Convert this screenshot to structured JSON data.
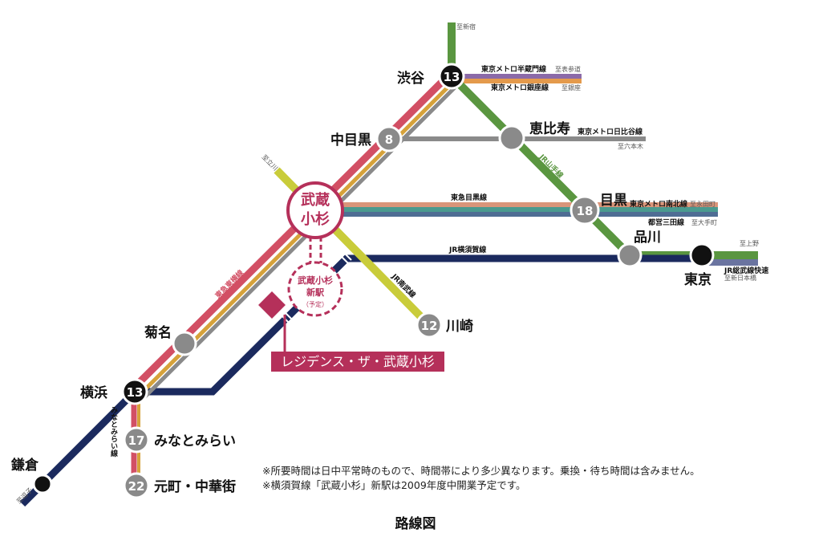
{
  "colors": {
    "toyoko": "#d24f64",
    "gold": "#d6a23a",
    "gray": "#8a8a8a",
    "yamanote": "#5a9640",
    "navy": "#1b2a5e",
    "nambu": "#c9cc3a",
    "hanzomon": "#8b6aa8",
    "ginza": "#e49a4c",
    "brand": "#b5305a"
  },
  "stations": {
    "shibuya": {
      "name": "渋谷",
      "min": "13"
    },
    "nakameguro": {
      "name": "中目黒",
      "min": "8"
    },
    "ebisu": {
      "name": "恵比寿"
    },
    "meguro": {
      "name": "目黒",
      "min": "18"
    },
    "shinagawa": {
      "name": "品川"
    },
    "tokyo": {
      "name": "東京"
    },
    "kosugi": {
      "name1": "武蔵",
      "name2": "小杉"
    },
    "kosugi_new": {
      "l1": "武蔵小杉",
      "l2": "新駅",
      "l3": "（予定）"
    },
    "kawasaki": {
      "name": "川崎",
      "min": "12"
    },
    "kikuna": {
      "name": "菊名"
    },
    "yokohama": {
      "name": "横浜",
      "min": "13"
    },
    "minatomirai": {
      "name": "みなとみらい",
      "min": "17"
    },
    "motomachi": {
      "name": "元町・中華街",
      "min": "22"
    },
    "kamakura": {
      "name": "鎌倉"
    }
  },
  "lines": {
    "hanzomon": "東京メトロ半蔵門線",
    "hanzomon_dir": "至表参道",
    "ginza": "東京メトロ銀座線",
    "ginza_dir": "至銀座",
    "shinjuku_dir": "至新宿",
    "hibiya": "東京メトロ日比谷線",
    "hibiya_dir": "至六本木",
    "yamanote": "JR山手線",
    "meguro": "東急目黒線",
    "namboku": "東京メトロ南北線",
    "namboku_dir": "至永田町",
    "mita": "都営三田線",
    "mita_dir": "至大手町",
    "ueno_dir": "至上野",
    "sobu": "JR総武線快速",
    "sobu_dir": "至新日本橋",
    "yokosuka": "JR横須賀線",
    "nambu": "JR南武線",
    "tachikawa_dir": "至立川",
    "toyoko": "東急東横線",
    "minatomirai": "みなとみらい線",
    "zushi_dir": "至逗子"
  },
  "residence": "レジデンス・ザ・武蔵小杉",
  "notes": [
    "※所要時間は日中平常時のもので、時間帯により多少異なります。乗換・待ち時間は含みません。",
    "※横須賀線「武蔵小杉」新駅は2009年度中開業予定です。"
  ],
  "caption": "路線図"
}
